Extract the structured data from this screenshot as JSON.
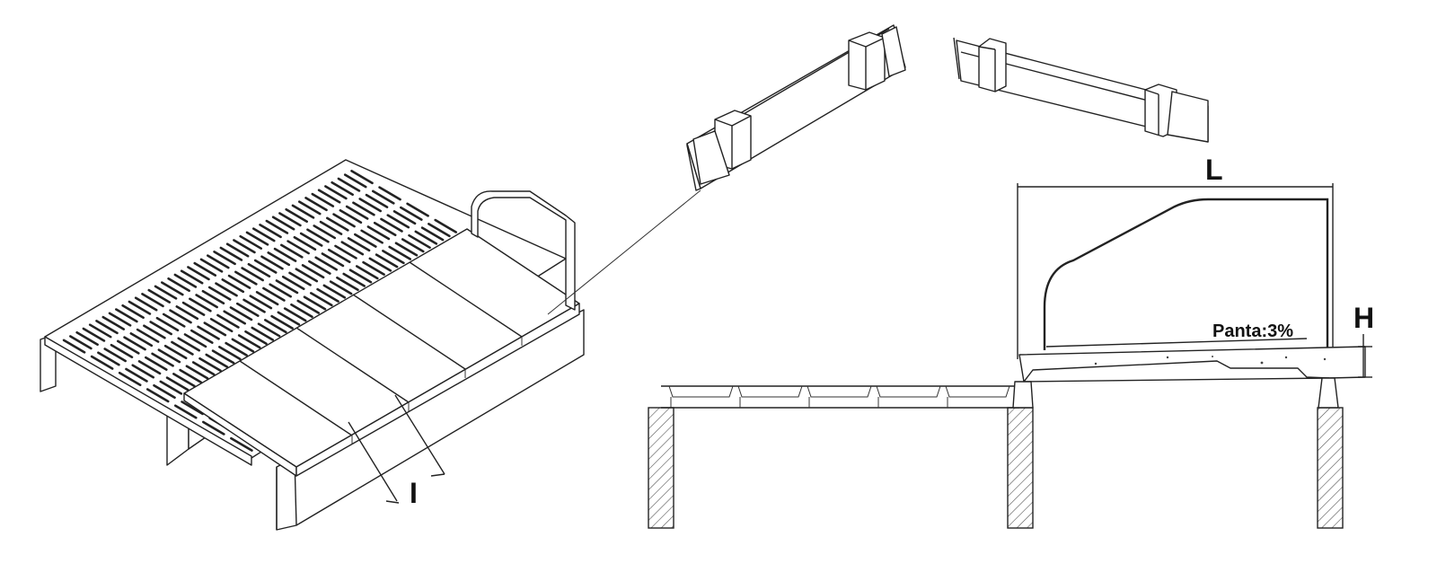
{
  "labels": {
    "l_dimension": "L",
    "h_dimension": "H",
    "i_dimension": "I",
    "slope_prefix": "Panta:",
    "slope_value": "3%"
  },
  "colors": {
    "line": "#222222",
    "background": "#ffffff",
    "hatch": "#555555"
  }
}
